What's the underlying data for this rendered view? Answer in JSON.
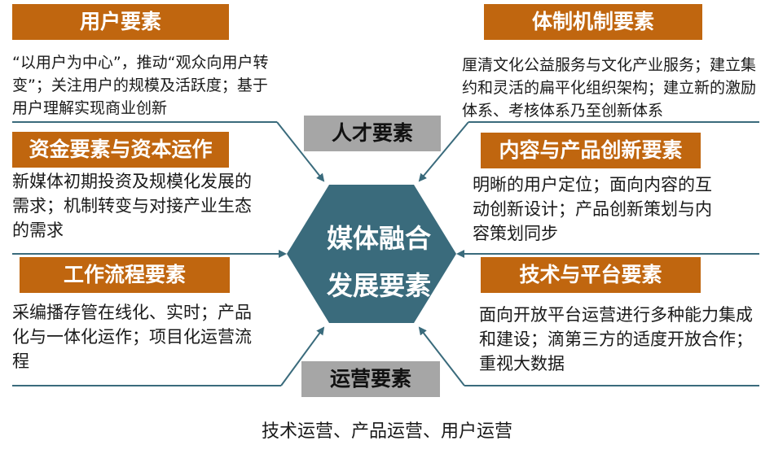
{
  "center": {
    "line1": "媒体融合",
    "line2": "发展要素",
    "fill": "#3a6b7c"
  },
  "top_label": "人才要素",
  "bottom_label": "运营要素",
  "footer_text": "技术运营、产品运营、用户运营",
  "left": [
    {
      "title": "用户要素",
      "desc": "“以用户为中心”，推动“观众向用户转变”；关注用户的规模及活跃度；基于用户理解实现商业创新"
    },
    {
      "title": "资金要素与资本运作",
      "desc": "新媒体初期投资及规模化发展的需求；机制转变与对接产业生态的需求"
    },
    {
      "title": "工作流程要素",
      "desc": "采编播存管在线化、实时；产品化与一体化运作；项目化运营流程"
    }
  ],
  "right": [
    {
      "title": "体制机制要素",
      "desc": "厘清文化公益服务与文化产业服务；建立集约和灵活的扁平化组织架构；建立新的激励体系、考核体系乃至创新体系"
    },
    {
      "title": "内容与产品创新要素",
      "desc": "明晰的用户定位；面向内容的互动创新设计；产品创新策划与内容策划同步"
    },
    {
      "title": "技术与平台要素",
      "desc": "面向开放平台运营进行多种能力集成和建设；滴第三方的适度开放合作；重视大数据"
    }
  ],
  "colors": {
    "label_orange": "#c0660f",
    "label_gray": "#a6a6a6",
    "line": "#3a6b7c"
  }
}
